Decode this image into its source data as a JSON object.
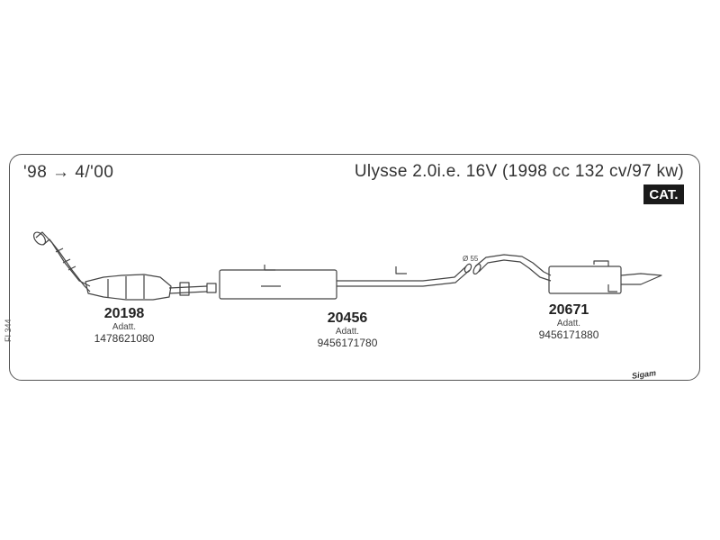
{
  "header": {
    "period": "'98 → 4/'00",
    "model": "Ulysse 2.0i.e. 16V (1998 cc 132 cv/97 kw)",
    "badge": "CAT."
  },
  "side_code": "FI 344",
  "parts": [
    {
      "number": "20198",
      "label": "Adatt.",
      "ref": "1478621080"
    },
    {
      "number": "20456",
      "label": "Adatt.",
      "ref": "9456171780"
    },
    {
      "number": "20671",
      "label": "Adatt.",
      "ref": "9456171880"
    }
  ],
  "dimension": "Ø 55",
  "brand": "Sigam",
  "colors": {
    "line": "#444444",
    "badge_bg": "#1a1a1a",
    "badge_text": "#ffffff"
  }
}
